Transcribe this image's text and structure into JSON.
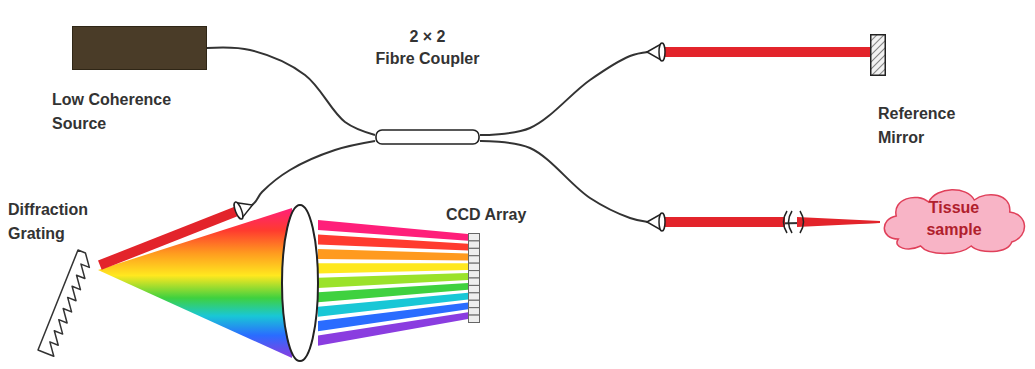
{
  "diagram": {
    "nodes": [
      {
        "text": [
          "Low Coherence Source"
        ]
      },
      {
        "text": [
          "2 × 2",
          "Fibre Coupler"
        ]
      },
      {
        "text": [
          "Reference Mirror"
        ]
      },
      {
        "text": [
          "Tissue sample"
        ]
      },
      {
        "text": [
          "Diffraction Grating"
        ]
      },
      {
        "text": [
          "CCD Array"
        ]
      }
    ],
    "edges": [
      {
        "from": 0,
        "to": 1,
        "arrow": "none"
      },
      {
        "from": 1,
        "to": 2,
        "arrow": "none"
      },
      {
        "from": 1,
        "to": 3,
        "arrow": "none"
      },
      {
        "from": 1,
        "to": 4,
        "arrow": "none"
      }
    ]
  }
}
